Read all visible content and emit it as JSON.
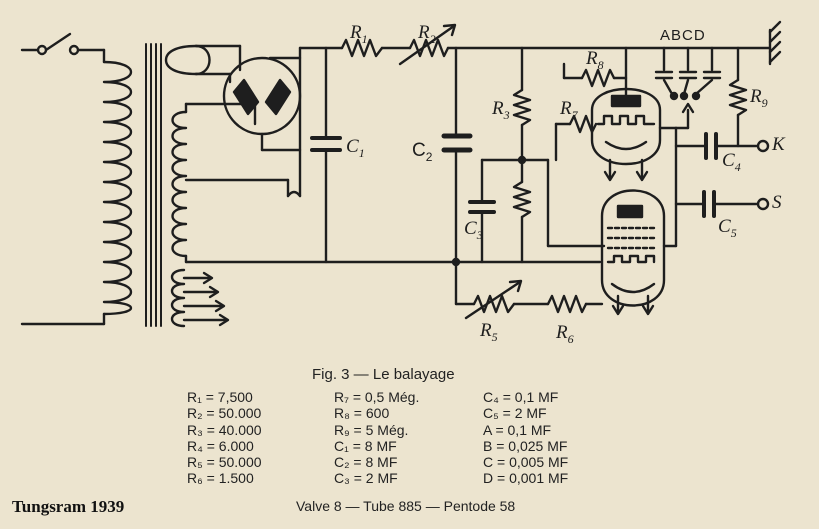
{
  "labels": {
    "r1": "R1",
    "r2": "R2",
    "r3": "R3",
    "r5": "R5",
    "r6": "R6",
    "r7": "R7",
    "r8": "R8",
    "r9": "R9",
    "c1": "C1",
    "c2": "C2",
    "c3": "C3",
    "c4": "C4",
    "c5": "C5",
    "abcd": "ABCD",
    "k": "K",
    "s": "S"
  },
  "caption": "Fig. 3 — Le balayage",
  "values": {
    "col1": [
      "R₁ =    7,500",
      "R₂ = 50.000",
      "R₃ = 40.000",
      "R₄ =    6.000",
      "R₅ = 50.000",
      "R₆ =    1.500"
    ],
    "col2": [
      "R₇ = 0,5 Még.",
      "R₈ = 600",
      "R₉ = 5 Még.",
      "C₁ = 8 MF",
      "C₂ = 8 MF",
      "C₃ = 2 MF"
    ],
    "col3": [
      "C₄ = 0,1 MF",
      "C₅ = 2    MF",
      "A  = 0,1 MF",
      "B  = 0,025 MF",
      "C  = 0,005 MF",
      "D  = 0,001 MF"
    ]
  },
  "footer": "Valve 8 — Tube 885 — Pentode 58",
  "brand": "Tungsram 1939",
  "colors": {
    "paper": "#ece4cf",
    "ink": "#1e1e1e"
  }
}
